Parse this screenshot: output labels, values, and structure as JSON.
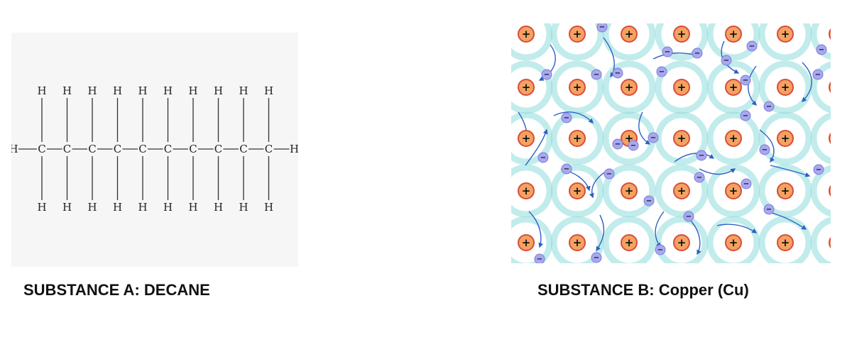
{
  "substance_a": {
    "caption": "SUBSTANCE A: DECANE",
    "molecule": {
      "carbon_count": 10,
      "carbon_symbol": "C",
      "hydrogen_symbol": "H",
      "bond_color": "#333333"
    },
    "background_color": "#f6f6f6"
  },
  "substance_b": {
    "caption": "SUBSTANCE B: Copper (Cu)",
    "lattice": {
      "rows": 5,
      "columns": 6,
      "ion_sign": "+",
      "electron_sign": "−",
      "ion_color": "#f4a261",
      "ion_border": "#d94c3a",
      "ring_color": "#8fdcdc",
      "electron_color": "#a8a8f0",
      "arrow_color": "#2f5fc4"
    }
  }
}
